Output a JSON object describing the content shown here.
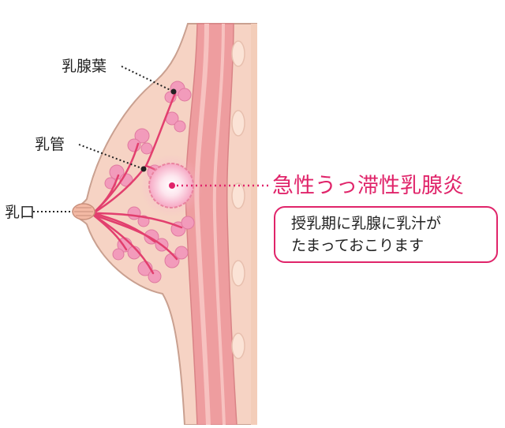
{
  "labels": {
    "lobule": "乳腺葉",
    "duct": "乳管",
    "nipple": "乳口"
  },
  "condition": {
    "title": "急性うっ滞性乳腺炎",
    "description_line1": "授乳期に乳腺に乳汁が",
    "description_line2": "たまっておこります"
  },
  "colors": {
    "accent": "#e0246a",
    "skin": "#f6d3c4",
    "muscle": "#ee9d9f",
    "lobule": "#f29bbb",
    "duct": "#e23f6e",
    "leader_line": "#222222"
  }
}
